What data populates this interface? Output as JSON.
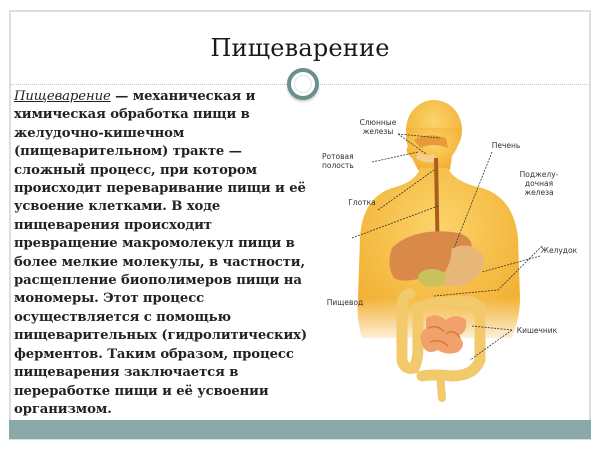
{
  "slide": {
    "title": "Пищеварение",
    "ornament_icon": "ring-ornament",
    "body": {
      "term": "Пищеварение",
      "text": " — механическая и химическая обработка пищи в желудочно-кишечном (пищеварительном) тракте — сложный процесс, при котором происходит переваривание пищи и её усвоение клетками. В ходе пищеварения происходит превращение макромолекул пищи в более мелкие молекулы, в частности, расщепление биополимеров пищи на мономеры. Этот процесс осуществляется с помощью пищеварительных (гидролитических) ферментов. Таким образом, процесс пищеварения заключается в переработке пищи и её усвоении организмом."
    },
    "diagram": {
      "labels": {
        "salivary_glands": "Слюнные\nжелезы",
        "oral_cavity": "Ротовая\nполость",
        "pharynx": "Глотка",
        "liver": "Печень",
        "pancreas": "Поджелу-\nдочная\nжелеза",
        "stomach": "Желудок",
        "esophagus": "Пищевод",
        "intestine": "Кишечник"
      }
    },
    "colors": {
      "accent": "#8aaaa9",
      "ornament": "#6b8f8f",
      "border": "#dcdfdf",
      "body_silhouette": "#f7c04a",
      "liver": "#d98a4a"
    }
  }
}
